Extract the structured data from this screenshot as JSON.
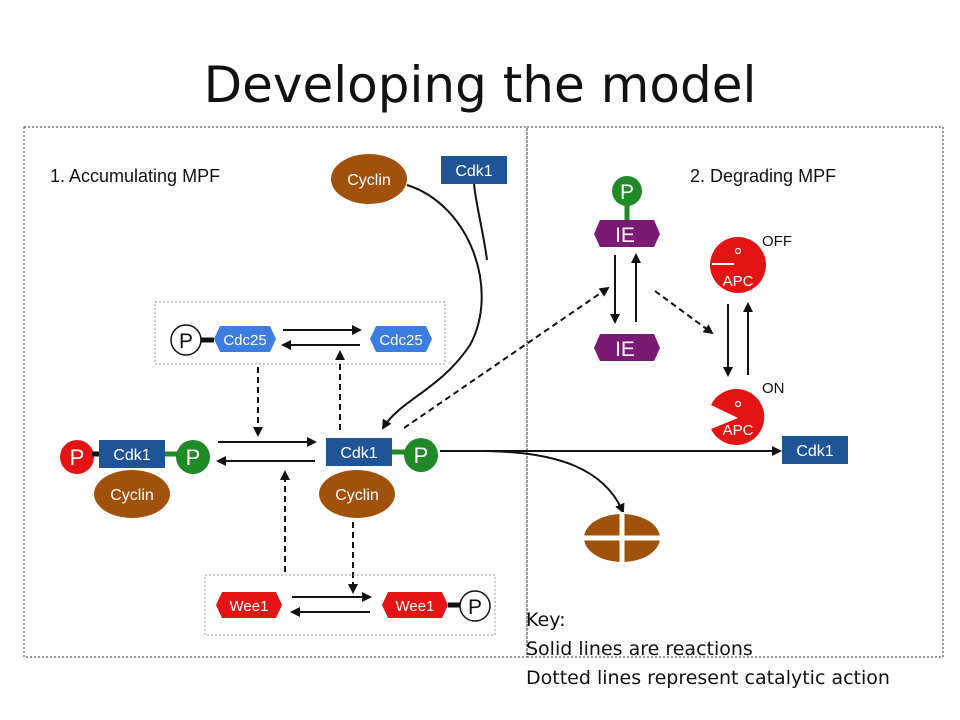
{
  "slide": {
    "title": "Developing the model"
  },
  "panels": {
    "left_label": "1. Accumulating MPF",
    "right_label": "2. Degrading MPF"
  },
  "nodes": {
    "cyclin": "Cyclin",
    "cdk1": "Cdk1",
    "cdc25": "Cdc25",
    "wee1": "Wee1",
    "phospho": "P",
    "ie": "IE",
    "apc": "APC",
    "apc_off": "OFF",
    "apc_on": "ON"
  },
  "key": {
    "heading": "Key:",
    "line1": "Solid lines are reactions",
    "line2": "Dotted lines represent catalytic action"
  },
  "colors": {
    "cyclin": "#a0520c",
    "cdk1": "#1f5497",
    "cdc25": "#3d7de0",
    "wee1": "#e41414",
    "phospho_green": "#1f8a26",
    "phospho_red": "#e41414",
    "ie": "#7a1a74",
    "apc": "#e41414"
  }
}
